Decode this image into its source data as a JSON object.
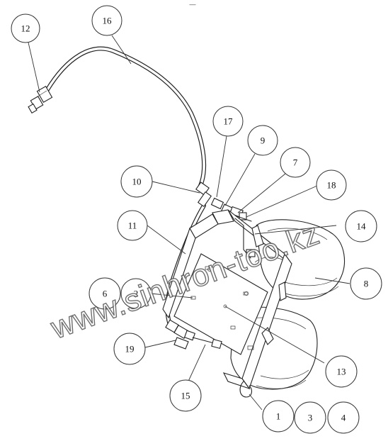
{
  "diagram": {
    "top_mark": "—",
    "watermark": "www.sinhron-too.kz",
    "callouts": [
      {
        "id": "12",
        "label": "12"
      },
      {
        "id": "16",
        "label": "16"
      },
      {
        "id": "17",
        "label": "17"
      },
      {
        "id": "9",
        "label": "9"
      },
      {
        "id": "7",
        "label": "7"
      },
      {
        "id": "18",
        "label": "18"
      },
      {
        "id": "10",
        "label": "10"
      },
      {
        "id": "14",
        "label": "14"
      },
      {
        "id": "11",
        "label": "11"
      },
      {
        "id": "8",
        "label": "8"
      },
      {
        "id": "6",
        "label": "6"
      },
      {
        "id": "2",
        "label": "2"
      },
      {
        "id": "19",
        "label": "19"
      },
      {
        "id": "13",
        "label": "13"
      },
      {
        "id": "15",
        "label": "15"
      },
      {
        "id": "1",
        "label": "1"
      },
      {
        "id": "3",
        "label": "3"
      },
      {
        "id": "4",
        "label": "4"
      }
    ]
  }
}
